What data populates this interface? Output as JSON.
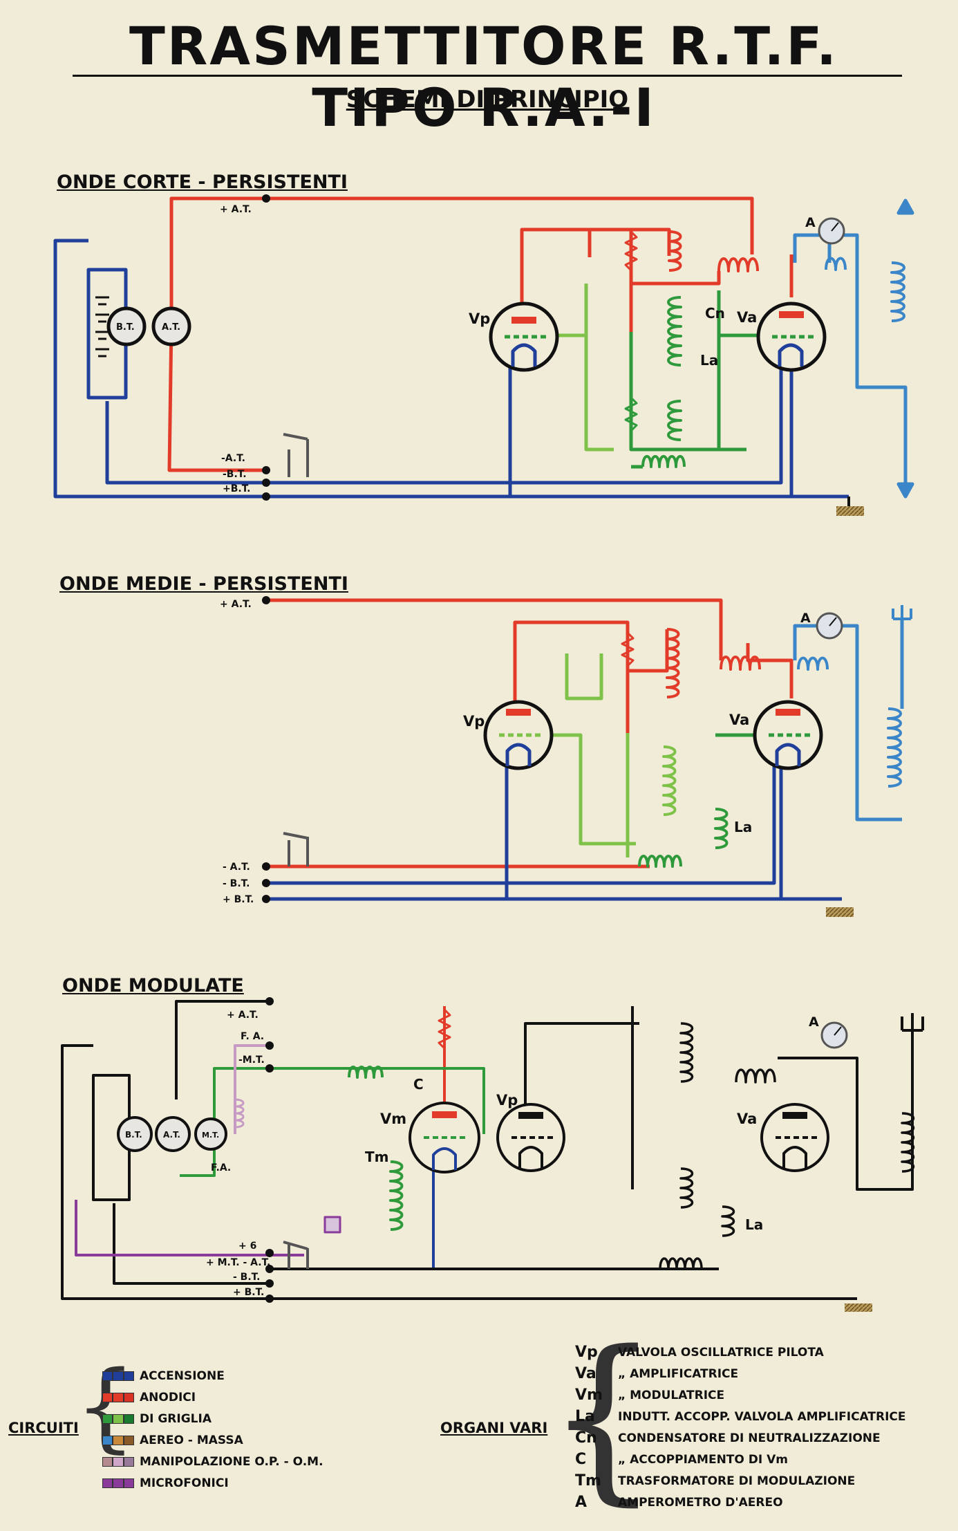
{
  "title": "TRASMETTITORE R.T.F. TIPO R.A.-I",
  "subtitle": "SCHEMI DI PRINCIPIO",
  "sections": {
    "corte": {
      "title": "ONDE CORTE - PERSISTENTI",
      "labels": {
        "at_plus": "+ A.T.",
        "at_minus": "-A.T.",
        "bt_minus": "-B.T.",
        "bt_plus": "+B.T.",
        "vp": "Vp",
        "va": "Va",
        "cn": "Cn",
        "la": "La",
        "a": "A",
        "bt": "B.T.",
        "at": "A.T."
      }
    },
    "medie": {
      "title": "ONDE MEDIE - PERSISTENTI",
      "labels": {
        "at_plus": "+ A.T.",
        "at_minus": "- A.T.",
        "bt_minus": "- B.T.",
        "bt_plus": "+ B.T.",
        "vp": "Vp",
        "va": "Va",
        "la": "La",
        "a": "A"
      }
    },
    "modulate": {
      "title": "ONDE MODULATE",
      "labels": {
        "at_plus": "+ A.T.",
        "fa": "F. A.",
        "mt_minus": "-M.T.",
        "fa2": "F.A.",
        "six": "+ 6",
        "mt_at": "+ M.T. - A.T.",
        "bt_minus": "- B.T.",
        "bt_plus": "+ B.T.",
        "vm": "Vm",
        "vp": "Vp",
        "va": "Va",
        "tm": "Tm",
        "c": "C",
        "la": "La",
        "a": "A",
        "bt": "B.T.",
        "at": "A.T.",
        "mt": "M.T."
      }
    }
  },
  "legend": {
    "group_label": "CIRCUITI",
    "items": [
      {
        "label": "ACCENSIONE",
        "colors": [
          "#1f3f9a",
          "#1f3f9a",
          "#1f3f9a"
        ]
      },
      {
        "label": "ANODICI",
        "colors": [
          "#e23b2a",
          "#e23b2a",
          "#d83325"
        ]
      },
      {
        "label": "DI GRIGLIA",
        "colors": [
          "#2f9a3c",
          "#7fc24a",
          "#1a7a30"
        ]
      },
      {
        "label": "AEREO - MASSA",
        "colors": [
          "#3b86c9",
          "#c88a3a",
          "#8a5a2a"
        ]
      },
      {
        "label": "MANIPOLAZIONE O.P. - O.M.",
        "colors": [
          "#b58a8e",
          "#d0a7c9",
          "#9a7a9a"
        ]
      },
      {
        "label": "MICROFONICI",
        "colors": [
          "#8a3b9a",
          "#8a3b9a",
          "#8a3b9a"
        ]
      }
    ]
  },
  "organi": {
    "group_label": "ORGANI VARI",
    "items": [
      {
        "sym": "Vp",
        "desc": "VALVOLA OSCILLATRICE PILOTA"
      },
      {
        "sym": "Va",
        "desc": "„ AMPLIFICATRICE"
      },
      {
        "sym": "Vm",
        "desc": "„ MODULATRICE"
      },
      {
        "sym": "La",
        "desc": "INDUTT. ACCOPP. VALVOLA AMPLIFICATRICE"
      },
      {
        "sym": "Cn",
        "desc": "CONDENSATORE DI NEUTRALIZZAZIONE"
      },
      {
        "sym": "C",
        "desc": "„ ACCOPPIAMENTO DI Vm"
      },
      {
        "sym": "Tm",
        "desc": "TRASFORMATORE DI MODULAZIONE"
      },
      {
        "sym": "A",
        "desc": "AMPEROMETRO D'AEREO"
      }
    ]
  },
  "colors": {
    "accensione": "#1f3f9a",
    "anodici": "#e23b2a",
    "griglia_dark": "#2f9a3c",
    "griglia_light": "#7fc24a",
    "aereo": "#3b86c9",
    "massa": "#9a7a3a",
    "manipolazione": "#c79ac4",
    "microfonici": "#8a3b9a",
    "ink": "#111111",
    "paper": "#f1ecd8"
  }
}
